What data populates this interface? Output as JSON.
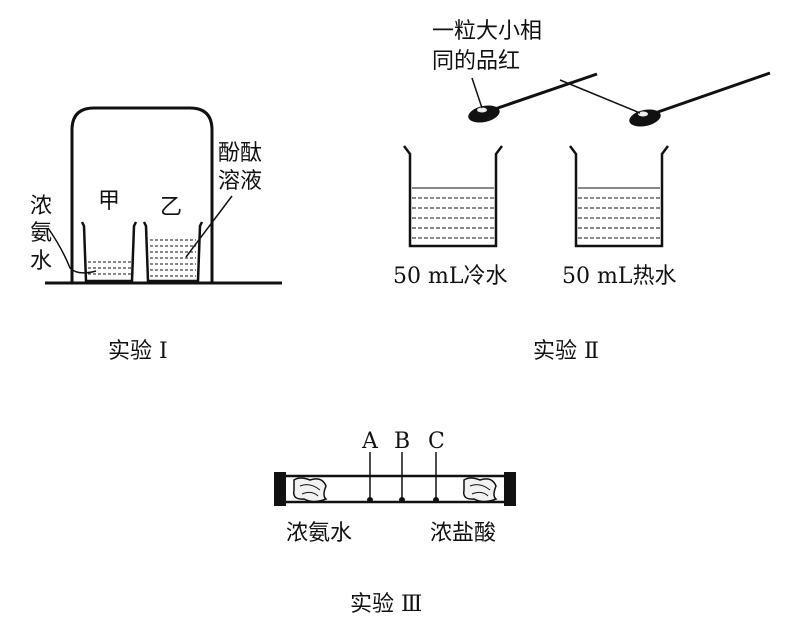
{
  "experiment1": {
    "ammonia_label_lines": [
      "浓",
      "氨",
      "水"
    ],
    "beaker_a_label": "甲",
    "beaker_b_label": "乙",
    "phenol_label_lines": [
      "酚酞",
      "溶液"
    ],
    "caption": "实验 I"
  },
  "experiment2": {
    "dye_label_lines": [
      "一粒大小相",
      "同的品红"
    ],
    "cold_label": "50 mL冷水",
    "hot_label": "50 mL热水",
    "caption": "实验 Ⅱ"
  },
  "experiment3": {
    "points": [
      "A",
      "B",
      "C"
    ],
    "left_label": "浓氨水",
    "right_label": "浓盐酸",
    "caption": "实验 Ⅲ"
  }
}
